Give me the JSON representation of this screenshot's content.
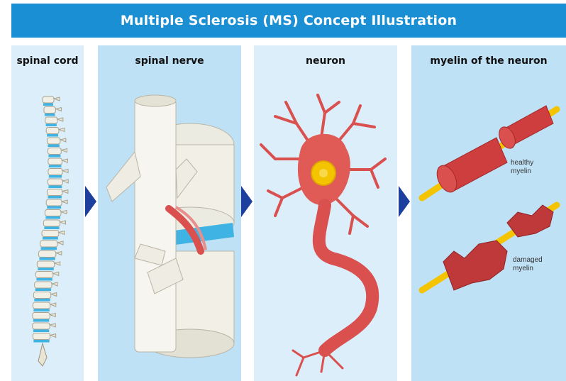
{
  "title": "Multiple Sclerosis (MS) Concept Illustration",
  "panels": [
    {
      "label": "spinal cord"
    },
    {
      "label": "spinal nerve"
    },
    {
      "label": "neuron"
    },
    {
      "label": "myelin of the neuron"
    }
  ],
  "annotations": {
    "healthy_line1": "healthy",
    "healthy_line2": "myelin",
    "damaged_line1": "damaged",
    "damaged_line2": "myelin"
  },
  "colors": {
    "title_bar": "#1b8fd4",
    "panel_light": "#dbeef9",
    "panel_mid": "#bfe1f5",
    "arrow": "#1d3f9e",
    "tissue_red": "#d9504f",
    "bone": "#f1efe6",
    "disc_blue": "#3fb3e3",
    "axon_yellow": "#f5c400"
  }
}
